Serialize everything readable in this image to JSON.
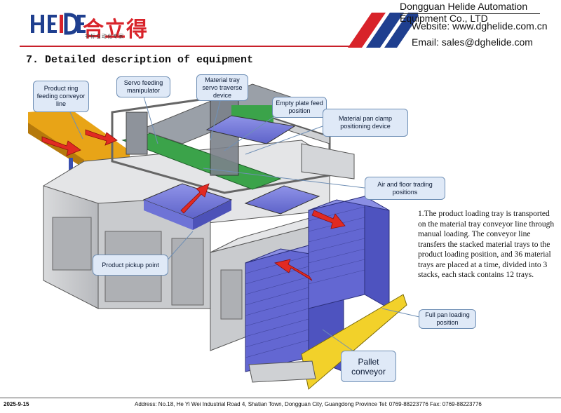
{
  "header": {
    "logo_latin": "HELDE",
    "logo_cn": "合立得",
    "logo_tagline": "非标自动化专家",
    "company_name": "Dongguan Helide Automation Equipment Co., LTD",
    "website": "Website: www.dghelide.com.cn",
    "email": "Email: sales@dghelide.com",
    "colors": {
      "brand_blue": "#1f3f8f",
      "brand_red": "#d8232a",
      "stripe_blue": "#1f3f8f"
    }
  },
  "section_title": "7. Detailed description of equipment",
  "callouts": {
    "product_ring": "Product ring feeding conveyor line",
    "servo_feeding": "Servo feeding manipulator",
    "material_tray_servo": "Material tray servo traverse device",
    "empty_plate": "Empty plate feed position",
    "material_pan_clamp": "Material pan clamp positioning device",
    "air_floor": "Air and floor trading positions",
    "product_pickup": "Product pickup point",
    "full_pan": "Full pan loading position",
    "pallet_conveyor": "Pallet conveyor"
  },
  "description": "1.The product loading tray is transported on the material tray conveyor line through manual loading. The conveyor line transfers the stacked material trays to the product loading position, and 36 material trays are placed at a time, divided into 3 stacks, each stack contains 12 trays.",
  "footer": {
    "date": "2025-9-15",
    "address": "Address: No.18, He Yi Wei Industrial Road 4, Shatian Town, Dongguan City, Guangdong Province Tel: 0769-88223776 Fax: 0769-88223776"
  }
}
